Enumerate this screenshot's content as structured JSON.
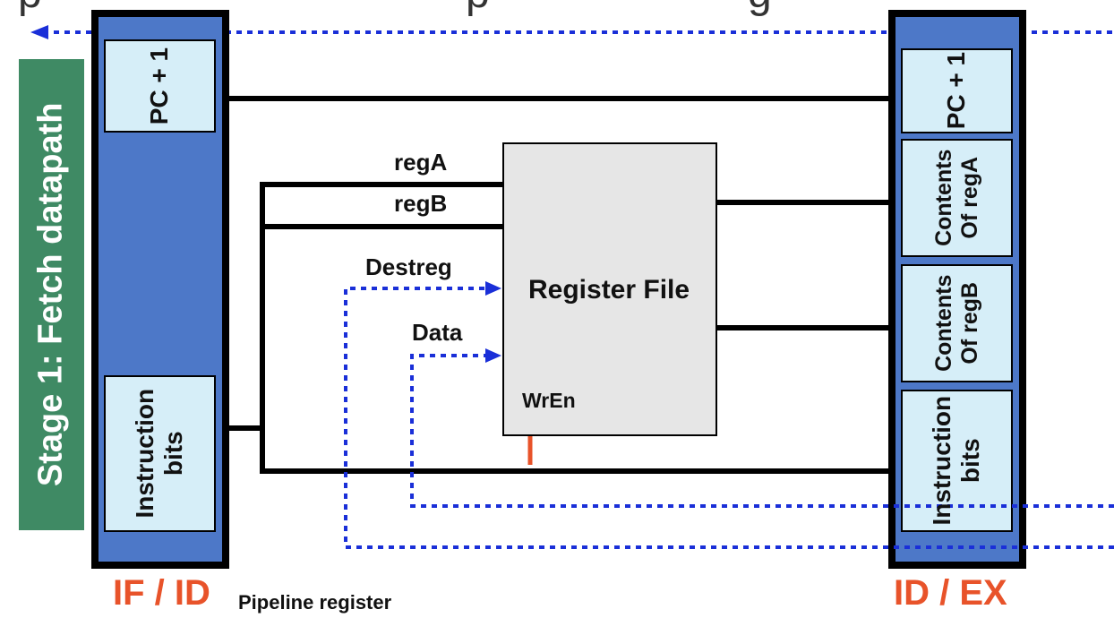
{
  "title_partial": "p... ...p... ...g",
  "stage_label": "Stage 1: Fetch datapath",
  "if_id": {
    "label": "IF / ID",
    "sublabel": "Pipeline register",
    "fields": [
      "PC + 1",
      "Instruction bits"
    ]
  },
  "id_ex": {
    "label": "ID / EX",
    "fields": [
      "PC + 1",
      "Contents Of regA",
      "Contents Of regB",
      "Instruction bits"
    ]
  },
  "register_file": {
    "label": "Register File",
    "wren_label": "WrEn"
  },
  "signals": {
    "regA": "regA",
    "regB": "regB",
    "destreg": "Destreg",
    "data": "Data"
  },
  "colors": {
    "pipeline_register": "#4d78c8",
    "field_box": "#d6eef8",
    "register_file": "#e6e6e6",
    "stage_label_bg": "#3f8a64",
    "bus_dotted": "#1a2fd8",
    "wren_line": "#e8532a",
    "label_orange": "#e8532a",
    "wire": "#000000"
  }
}
